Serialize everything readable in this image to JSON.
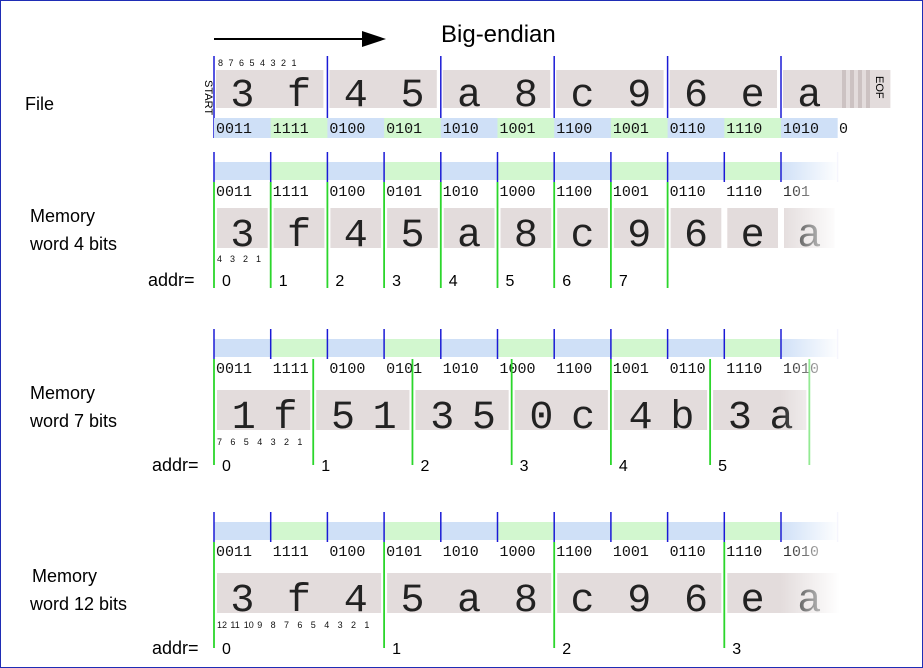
{
  "title": "Big-endian",
  "file": {
    "label": "File",
    "start_label": "START",
    "eof_label": "EOF",
    "bit_index_labels": [
      "8",
      "7",
      "6",
      "5",
      "4",
      "3",
      "2",
      "1"
    ],
    "hex_digits": [
      "3",
      "f",
      "4",
      "5",
      "a",
      "8",
      "c",
      "9",
      "6",
      "e",
      "a"
    ],
    "bit_groups": [
      "0011",
      "1111",
      "0100",
      "0101",
      "1010",
      "1001",
      "1100",
      "1001",
      "0110",
      "1110",
      "1010"
    ],
    "trailing_bit": "0"
  },
  "rows": [
    {
      "label_lines": [
        "Memory",
        "word 4 bits"
      ],
      "bit_groups": [
        "0011",
        "1111",
        "0100",
        "0101",
        "1010",
        "1000",
        "1100",
        "1001",
        "0110",
        "1110",
        "101"
      ],
      "values": [
        "3",
        "f",
        "4",
        "5",
        "a",
        "8",
        "c",
        "9",
        "6",
        "e",
        "a"
      ],
      "bit_index_labels": [
        "4",
        "3",
        "2",
        "1"
      ],
      "addr_label": "addr=",
      "addresses": [
        "0",
        "1",
        "2",
        "3",
        "4",
        "5",
        "6",
        "7"
      ]
    },
    {
      "label_lines": [
        "Memory",
        "word 7 bits"
      ],
      "bit_groups": [
        "0011",
        "1111",
        "0100",
        "0101",
        "1010",
        "1000",
        "1100",
        "1001",
        "0110",
        "1110",
        "1010"
      ],
      "values": [
        "1",
        "f",
        "5",
        "1",
        "3",
        "5",
        "0",
        "c",
        "4",
        "b",
        "3",
        "a"
      ],
      "bit_index_labels": [
        "7",
        "6",
        "5",
        "4",
        "3",
        "2",
        "1"
      ],
      "addr_label": "addr=",
      "addresses": [
        "0",
        "1",
        "2",
        "3",
        "4",
        "5"
      ]
    },
    {
      "label_lines": [
        "Memory",
        "word 12 bits"
      ],
      "bit_groups": [
        "0011",
        "1111",
        "0100",
        "0101",
        "1010",
        "1000",
        "1100",
        "1001",
        "0110",
        "1110",
        "1010"
      ],
      "values": [
        "3",
        "f",
        "4",
        "5",
        "a",
        "8",
        "c",
        "9",
        "6",
        "e",
        "a"
      ],
      "bit_index_labels": [
        "12",
        "11",
        "10",
        "9",
        "8",
        "7",
        "6",
        "5",
        "4",
        "3",
        "2",
        "1"
      ],
      "addr_label": "addr=",
      "addresses": [
        "0",
        "1",
        "2",
        "3"
      ]
    }
  ],
  "colors": {
    "blue_band": "#cfe0f7",
    "green_band": "#d2f7cf",
    "digit_box": "#e3dcdc",
    "blue_tick": "#1a1ad6",
    "green_tick": "#2bd62b",
    "frame": "#1f2db5"
  }
}
